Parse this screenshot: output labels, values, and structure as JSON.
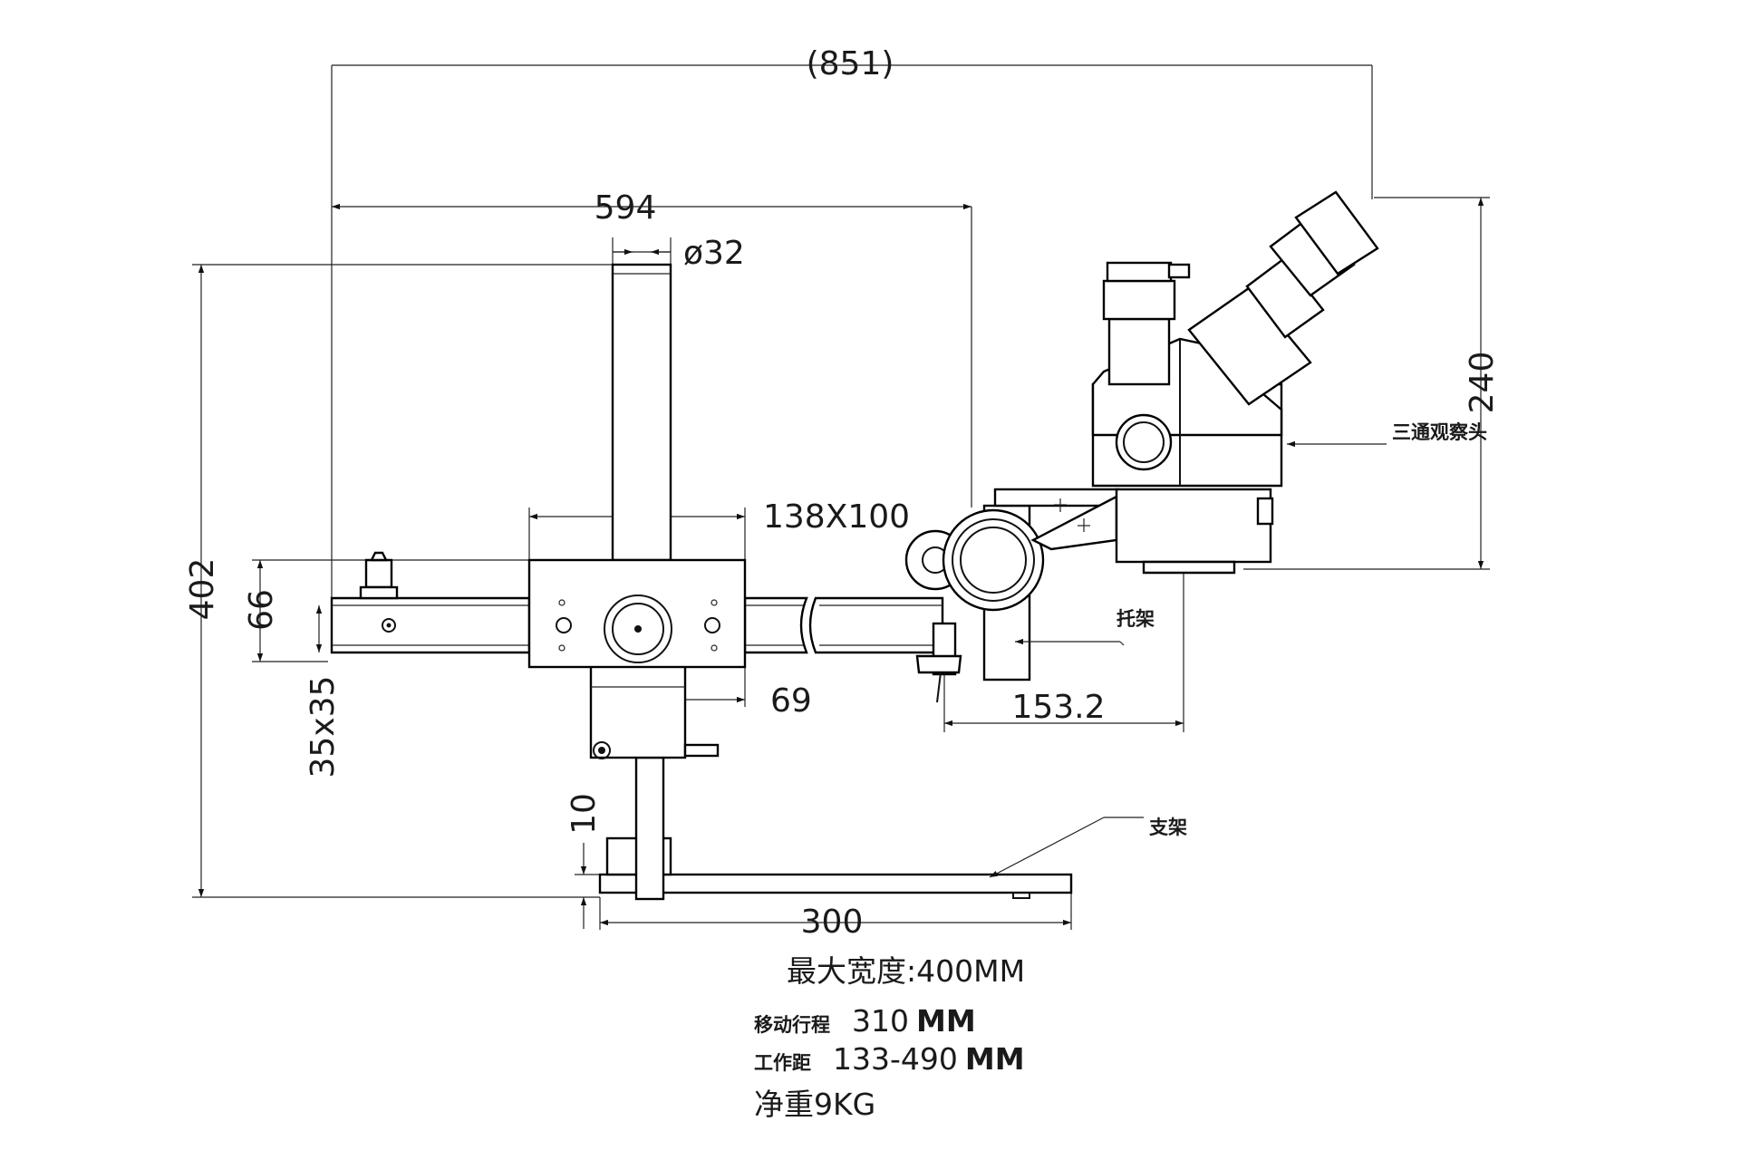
{
  "dimensions": {
    "overall_width": "(851)",
    "arm_length": "594",
    "pillar_diameter": "ø32",
    "block_size": "138X100",
    "total_height": "402",
    "arm_height": "66",
    "arm_section": "35x35",
    "block_depth": "69",
    "base_thickness": "10",
    "base_length": "300",
    "head_height": "240",
    "holder_offset": "153.2"
  },
  "labels": {
    "trinocular_head": "三通观察头",
    "holder": "托架",
    "stand": "支架"
  },
  "specs": {
    "max_width": "最大宽度:400MM",
    "travel_label": "移动行程",
    "travel_value": "310",
    "travel_unit": "MM",
    "working_distance_label": "工作距",
    "working_distance_value": "133-490",
    "working_distance_unit": "MM",
    "net_weight": "净重9KG"
  }
}
